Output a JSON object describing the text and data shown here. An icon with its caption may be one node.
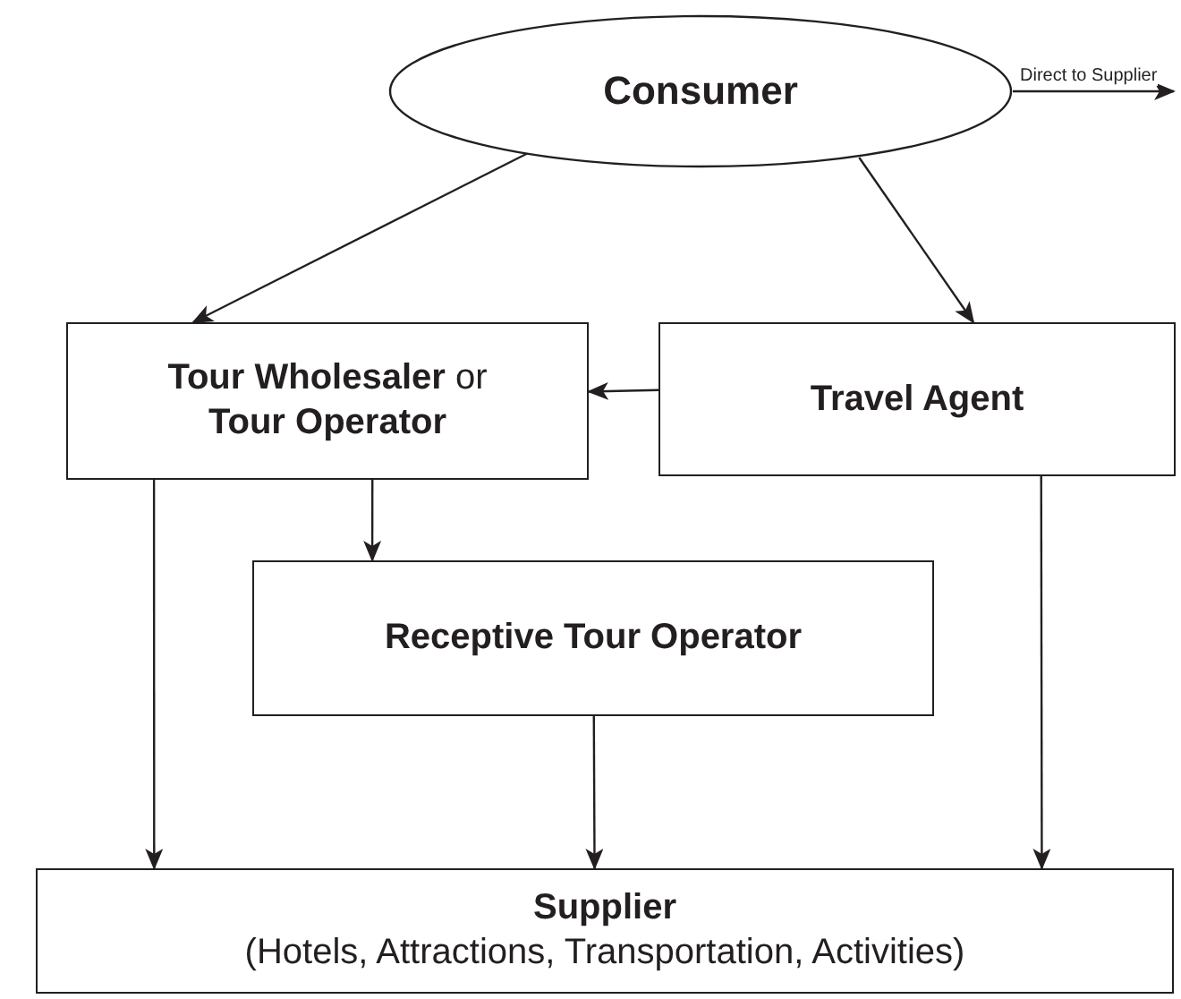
{
  "diagram": {
    "nodes": [
      {
        "text": [
          "Consumer"
        ]
      },
      {
        "text": [
          "**Tour Wholesaler** or **Tour Operator**"
        ]
      },
      {
        "text": [
          "Travel Agent"
        ]
      },
      {
        "text": [
          "Receptive Tour Operator"
        ]
      },
      {
        "text": [
          "Supplier",
          "(Hotels, Attractions, Transportation, Activities)"
        ]
      }
    ],
    "edges": [
      {
        "from": 0,
        "to": 1,
        "arrow": "to"
      },
      {
        "from": 0,
        "to": 2,
        "arrow": "to"
      },
      {
        "from": 0,
        "to": null,
        "label": "Direct to Supplier",
        "arrow": "to"
      },
      {
        "from": 2,
        "to": 1,
        "arrow": "to"
      },
      {
        "from": 1,
        "to": 3,
        "arrow": "to"
      },
      {
        "from": 1,
        "to": 4,
        "arrow": "to"
      },
      {
        "from": 3,
        "to": 4,
        "arrow": "to"
      },
      {
        "from": 2,
        "to": 4,
        "arrow": "to"
      }
    ]
  }
}
